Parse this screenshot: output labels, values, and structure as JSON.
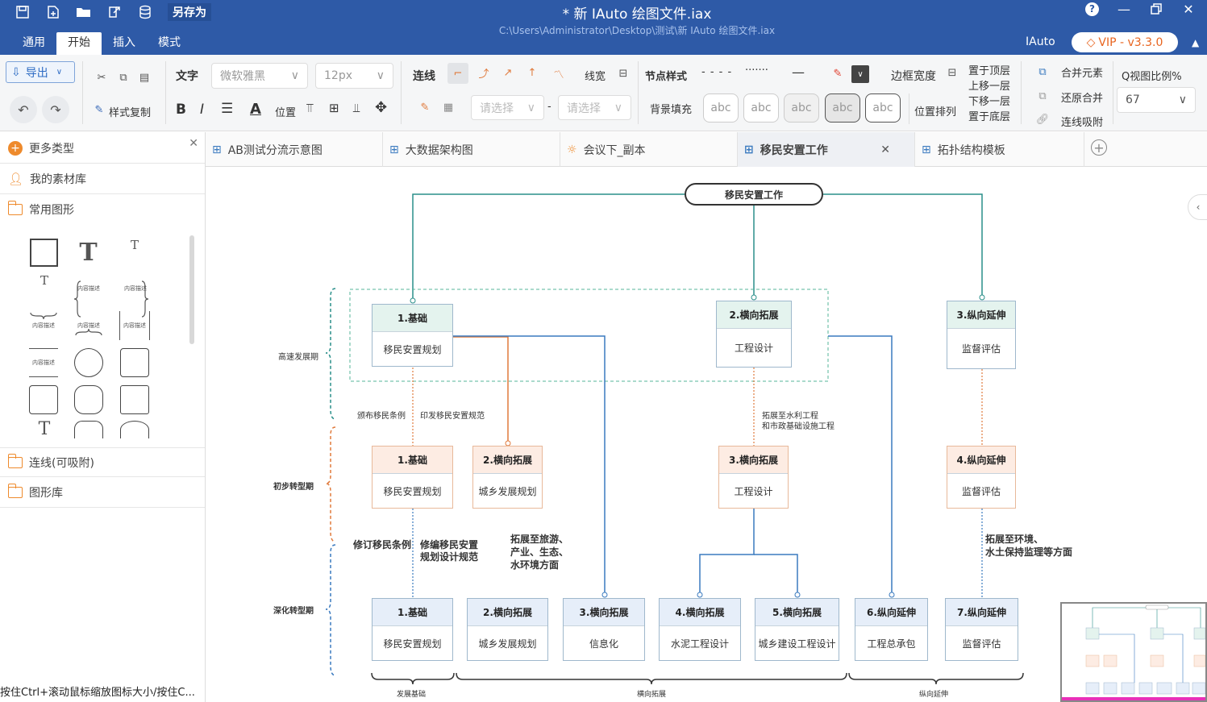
{
  "titlebar": {
    "saveas": "另存为",
    "doc_title": "* 新 IAuto 绘图文件.iax",
    "doc_path": "C:\\Users\\Administrator\\Desktop\\测试\\新 IAuto 绘图文件.iax",
    "user": "IAuto",
    "vip": "VIP - v3.3.0",
    "menus": [
      "通用",
      "开始",
      "插入",
      "模式"
    ]
  },
  "ribbon": {
    "export": "导出",
    "format_copy": "样式复制",
    "text": "文字",
    "font": "微软雅黑",
    "font_size": "12px",
    "position": "位置",
    "connect": "连线",
    "line_width": "线宽",
    "select1": "请选择",
    "select2": "请选择",
    "dash": "-",
    "node_style": "节点样式",
    "bg_fill": "背景填充",
    "abc": "abc",
    "border_width": "边框宽度",
    "pos_arrange": "位置排列",
    "layer": [
      "置于顶层",
      "上移一层",
      "下移一层",
      "置于底层"
    ],
    "merge": "合并元素",
    "unmerge": "还原合并",
    "snap": "连线吸附",
    "zoom_label": "Q视图比例%",
    "zoom": "67"
  },
  "left": {
    "more_types": "更多类型",
    "my_lib": "我的素材库",
    "common": "常用图形",
    "shape_label": "内容描述",
    "lines": "连线(可吸附)",
    "shape_lib": "图形库",
    "status": "按住Ctrl+滚动鼠标缩放图标大小/按住C..."
  },
  "tabs": [
    "AB测试分流示意图",
    "大数据架构图",
    "会议下_副本",
    "移民安置工作",
    "拓扑结构模板"
  ],
  "diagram": {
    "root": "移民安置工作",
    "phases": [
      "高速发展期",
      "初步转型期",
      "深化转型期"
    ],
    "nodes": [
      {
        "h": "1.基础",
        "b": "移民安置规划"
      },
      {
        "h": "2.横向拓展",
        "b": "工程设计"
      },
      {
        "h": "3.纵向延伸",
        "b": "监督评估"
      },
      {
        "h": "1.基础",
        "b": "移民安置规划"
      },
      {
        "h": "2.横向拓展",
        "b": "城乡发展规划"
      },
      {
        "h": "3.横向拓展",
        "b": "工程设计"
      },
      {
        "h": "4.纵向延伸",
        "b": "监督评估"
      },
      {
        "h": "1.基础",
        "b": "移民安置规划"
      },
      {
        "h": "2.横向拓展",
        "b": "城乡发展规划"
      },
      {
        "h": "3.横向拓展",
        "b": "信息化"
      },
      {
        "h": "4.横向拓展",
        "b": "水泥工程设计"
      },
      {
        "h": "5.横向拓展",
        "b": "城乡建设工程设计"
      },
      {
        "h": "6.纵向延伸",
        "b": "工程总承包"
      },
      {
        "h": "7.纵向延伸",
        "b": "监督评估"
      }
    ],
    "labels": {
      "l1": "颁布移民条例",
      "l2": "印发移民安置规范",
      "l3a": "拓展至水利工程",
      "l3b": "和市政基础设施工程",
      "l4": "修订移民条例",
      "l5a": "修编移民安置",
      "l5b": "规划设计规范",
      "l6a": "拓展至旅游、",
      "l6b": "产业、生态、",
      "l6c": "水环境方面",
      "l7a": "拓展至环境、",
      "l7b": "水土保持监理等方面"
    },
    "brackets": [
      "发展基础",
      "横向拓展",
      "纵向延伸"
    ]
  },
  "colors": {
    "titlebar": "#2e5aa7",
    "teal": "#2a8f8a",
    "orange": "#e07a3c",
    "blue": "#3a7abf"
  }
}
